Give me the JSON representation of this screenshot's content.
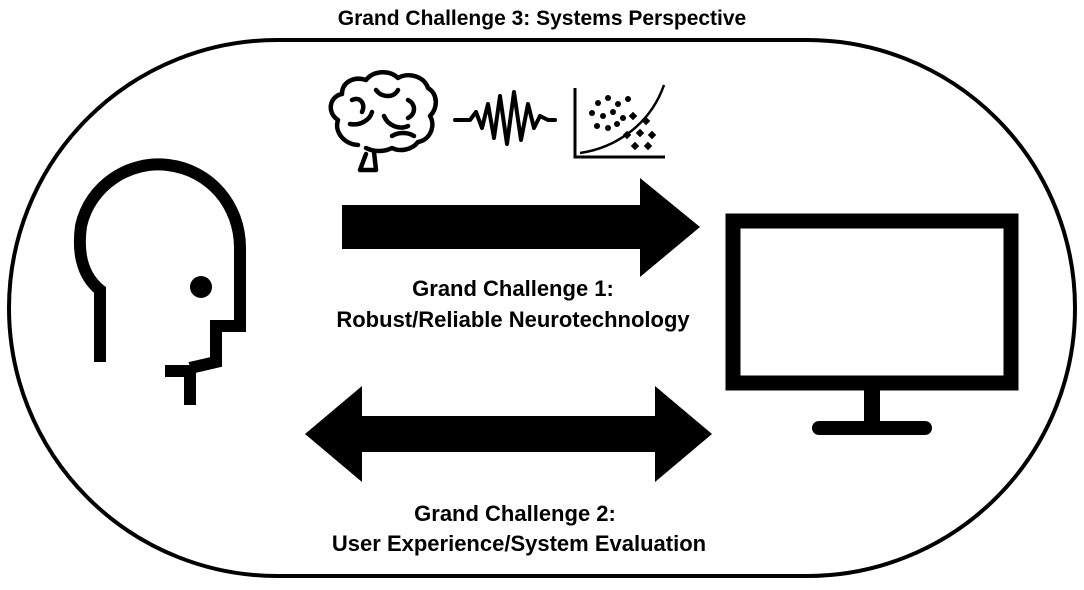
{
  "diagram": {
    "title": "Grand Challenge 3:  Systems Perspective",
    "challenge_1": {
      "line1": "Grand Challenge 1:",
      "line2": "Robust/Reliable Neurotechnology"
    },
    "challenge_2": {
      "line1": "Grand Challenge 2:",
      "line2": "User Experience/System Evaluation"
    },
    "icons": {
      "person": "person-head-icon",
      "brain": "brain-icon",
      "signal": "signal-wave-icon",
      "classifier": "scatter-plot-icon",
      "computer": "computer-monitor-icon",
      "forward_arrow": "arrow-right-icon",
      "bidirectional_arrow": "arrow-double-icon"
    },
    "colors": {
      "ink": "#000000",
      "background": "#ffffff"
    }
  }
}
